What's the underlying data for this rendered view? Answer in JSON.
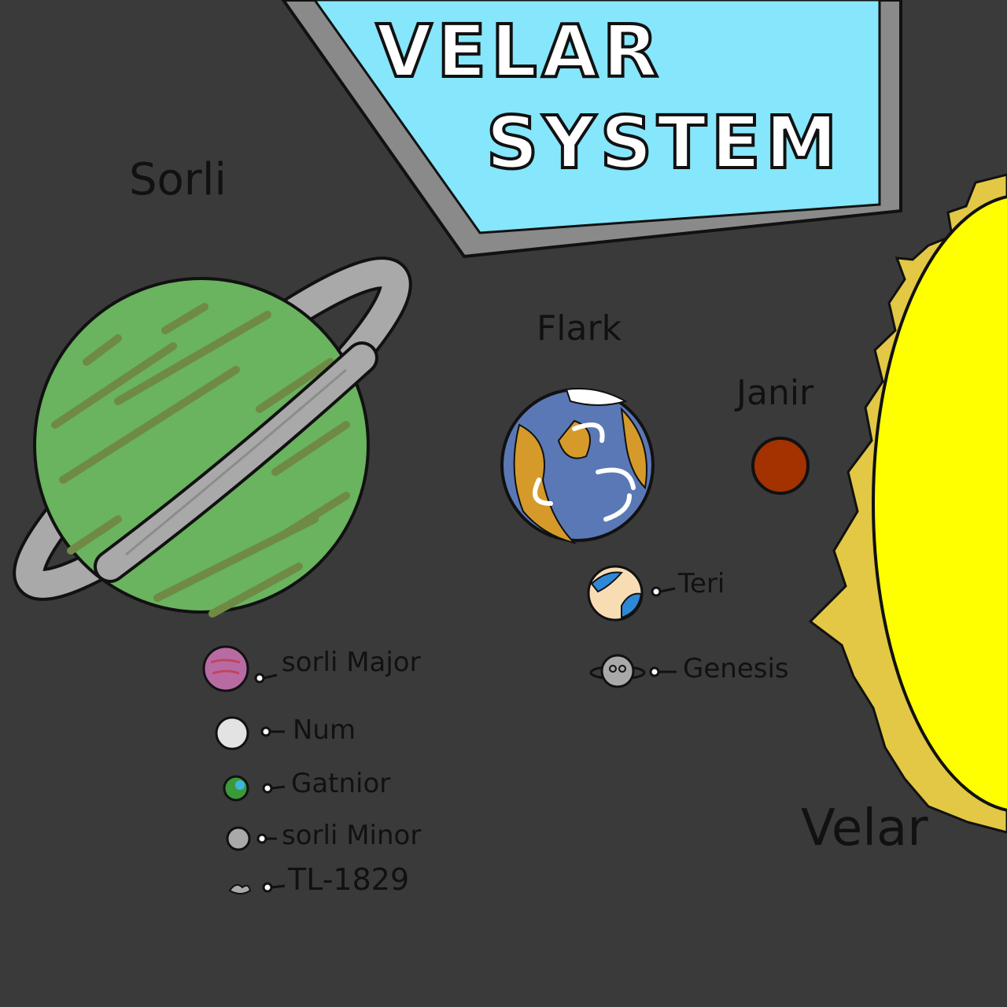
{
  "title": {
    "line1": "VELAR",
    "line2": "SYSTEM"
  },
  "colors": {
    "background": "#3a3a3a",
    "title_panel": "#86e6fb",
    "title_frame": "#8a8a8a",
    "sorli_planet": "#6ab35f",
    "sorli_stripes": "#6f8a45",
    "ring": "#a9a9a9",
    "flark_ocean": "#5a78b5",
    "flark_land": "#d59a2a",
    "janir": "#a33200",
    "velar_sun": "#ffff00",
    "velar_corona": "#e2c844"
  },
  "planets": {
    "sorli": {
      "name": "Sorli"
    },
    "flark": {
      "name": "Flark"
    },
    "janir": {
      "name": "Janir"
    },
    "velar": {
      "name": "Velar"
    }
  },
  "sorli_moons": [
    {
      "name": "sorli Major",
      "icon": "pink-moon-icon"
    },
    {
      "name": "Num",
      "icon": "white-moon-icon"
    },
    {
      "name": "Gatnior",
      "icon": "earthlike-moon-icon"
    },
    {
      "name": "sorli Minor",
      "icon": "grey-moon-icon"
    },
    {
      "name": "TL-1829",
      "icon": "asteroid-icon"
    }
  ],
  "flark_moons": [
    {
      "name": "Teri",
      "icon": "teri-moon-icon"
    },
    {
      "name": "Genesis",
      "icon": "station-icon"
    }
  ]
}
